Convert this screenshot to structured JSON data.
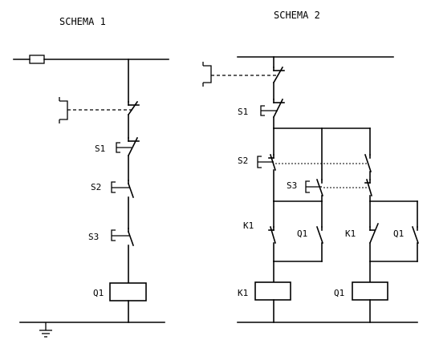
{
  "schema1": {
    "title": "SCHEMA  1",
    "labels": {
      "s1": "S1",
      "s2": "S2",
      "s3": "S3",
      "q1": "Q1"
    }
  },
  "schema2": {
    "title": "SCHEMA  2",
    "labels": {
      "s1": "S1",
      "s2": "S2",
      "s3": "S3",
      "k1_left": "K1",
      "q1_left": "Q1",
      "k1_right": "K1",
      "q1_right": "Q1",
      "coil_k1": "K1",
      "coil_q1": "Q1"
    }
  }
}
